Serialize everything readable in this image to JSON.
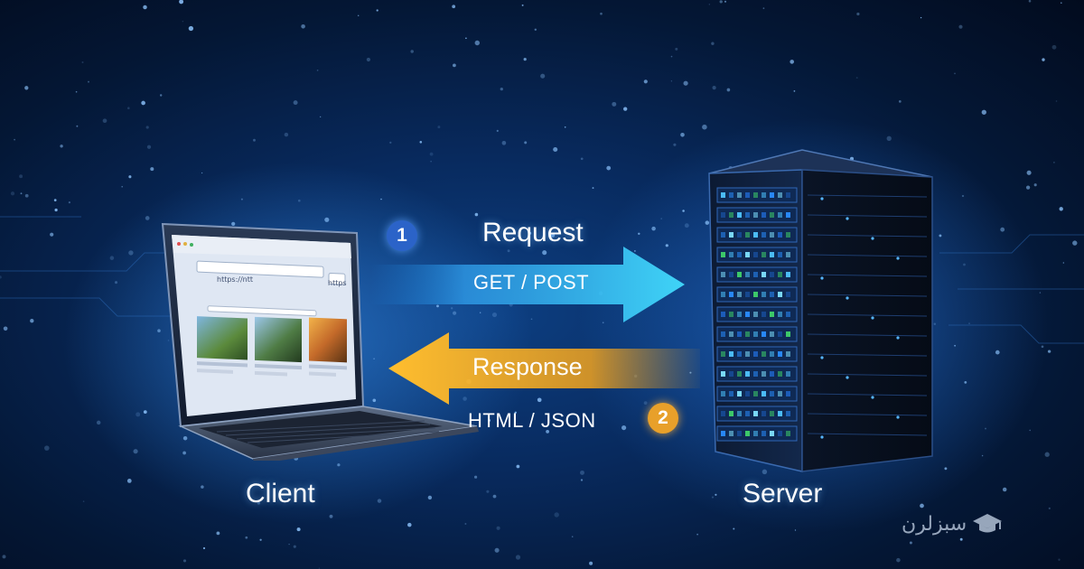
{
  "client": {
    "label": "Client",
    "url": "https://ntt",
    "search": "https"
  },
  "server": {
    "label": "Server"
  },
  "request": {
    "step": "1",
    "title": "Request",
    "methods": "GET / POST"
  },
  "response": {
    "step": "2",
    "title": "Response",
    "formats": "HTML / JSON"
  },
  "logo": {
    "text": "سبزلرن",
    "icon": "graduation-cap-icon"
  },
  "colors": {
    "request_arrow": "#2ec5f2",
    "response_arrow": "#f0a21e",
    "background": "#062453"
  }
}
